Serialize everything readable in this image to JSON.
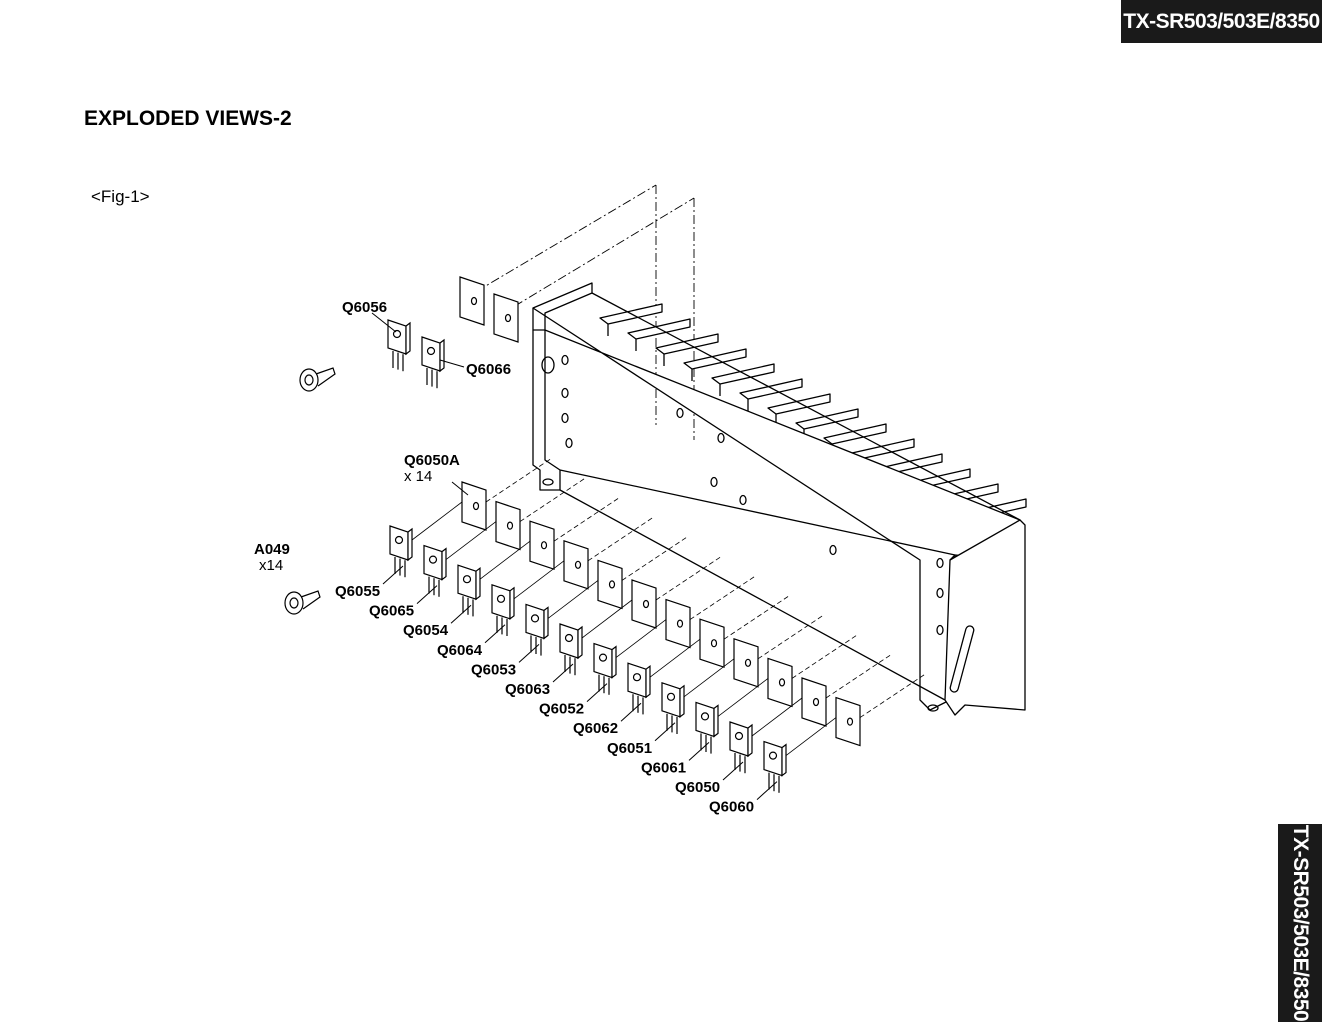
{
  "header": {
    "model": "TX-SR503/503E/8350"
  },
  "sidebar": {
    "model": "TX-SR503/503E/8350"
  },
  "page": {
    "title": "EXPLODED VIEWS-2",
    "figure": "<Fig-1>"
  },
  "labels": {
    "q6056": "Q6056",
    "q6066": "Q6066",
    "q6050a": "Q6050A",
    "q6050a_qty": "x 14",
    "a049": "A049",
    "a049_qty": "x14",
    "lower": [
      "Q6055",
      "Q6065",
      "Q6054",
      "Q6064",
      "Q6053",
      "Q6063",
      "Q6052",
      "Q6062",
      "Q6051",
      "Q6061",
      "Q6050",
      "Q6060"
    ]
  }
}
